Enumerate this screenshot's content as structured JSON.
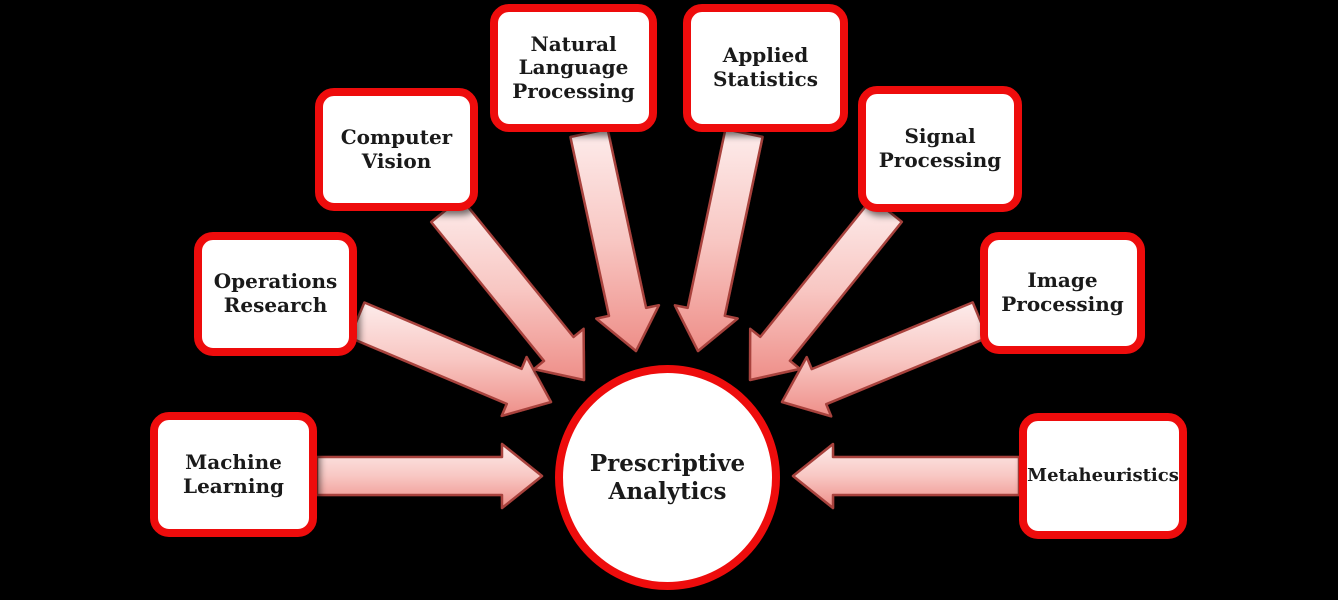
{
  "title": "Prescriptive Analytics inputs diagram",
  "center": {
    "id": "prescriptive-analytics",
    "label": "Prescriptive Analytics"
  },
  "nodes": [
    {
      "id": "machine-learning",
      "label": "Machine Learning"
    },
    {
      "id": "operations-research",
      "label": "Operations Research"
    },
    {
      "id": "computer-vision",
      "label": "Computer Vision"
    },
    {
      "id": "natural-language-processing",
      "label": "Natural Language Processing"
    },
    {
      "id": "applied-statistics",
      "label": "Applied Statistics"
    },
    {
      "id": "signal-processing",
      "label": "Signal Processing"
    },
    {
      "id": "image-processing",
      "label": "Image Processing"
    },
    {
      "id": "metaheuristics",
      "label": "Metaheuristics"
    }
  ],
  "edges": [
    {
      "from": "machine-learning",
      "to": "prescriptive-analytics"
    },
    {
      "from": "operations-research",
      "to": "prescriptive-analytics"
    },
    {
      "from": "computer-vision",
      "to": "prescriptive-analytics"
    },
    {
      "from": "natural-language-processing",
      "to": "prescriptive-analytics"
    },
    {
      "from": "applied-statistics",
      "to": "prescriptive-analytics"
    },
    {
      "from": "signal-processing",
      "to": "prescriptive-analytics"
    },
    {
      "from": "image-processing",
      "to": "prescriptive-analytics"
    },
    {
      "from": "metaheuristics",
      "to": "prescriptive-analytics"
    }
  ],
  "colors": {
    "background": "#000000",
    "box_fill": "#ffffff",
    "box_border": "#ee0c0c",
    "text": "#1a1a1a",
    "arrow_stroke": "#a8433d",
    "arrow_fill_light": "#fdeceb",
    "arrow_fill_mid": "#f8c7c3",
    "arrow_fill_dark": "#ee8e88"
  }
}
